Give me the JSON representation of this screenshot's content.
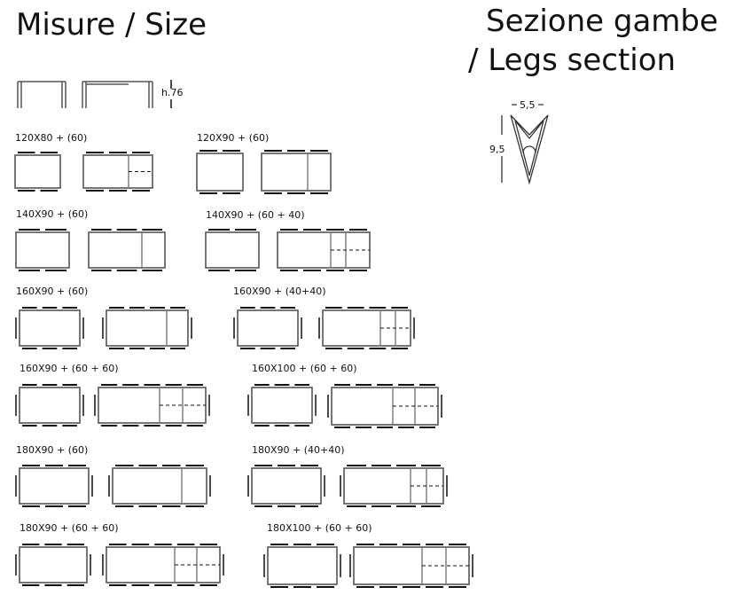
{
  "title": "Misure / Size",
  "legs_title_line1": "Sezione gambe",
  "legs_title_line2": "/ Legs section",
  "height_label": "h.76",
  "leg_width": "5,5",
  "leg_depth": "9,5",
  "sizes": [
    "120X80 + (60)",
    "120X90 + (60)",
    "140X90 + (60)",
    "140X90 + (60 + 40)",
    "160X90 + (60)",
    "160X90 + (40+40)",
    "160X90 + (60 + 60)",
    "160X100 + (60 + 60)",
    "180X90 + (60)",
    "180X90 + (40+40)",
    "180X90 + (60 + 60)",
    "180X100 + (60 + 60)"
  ]
}
